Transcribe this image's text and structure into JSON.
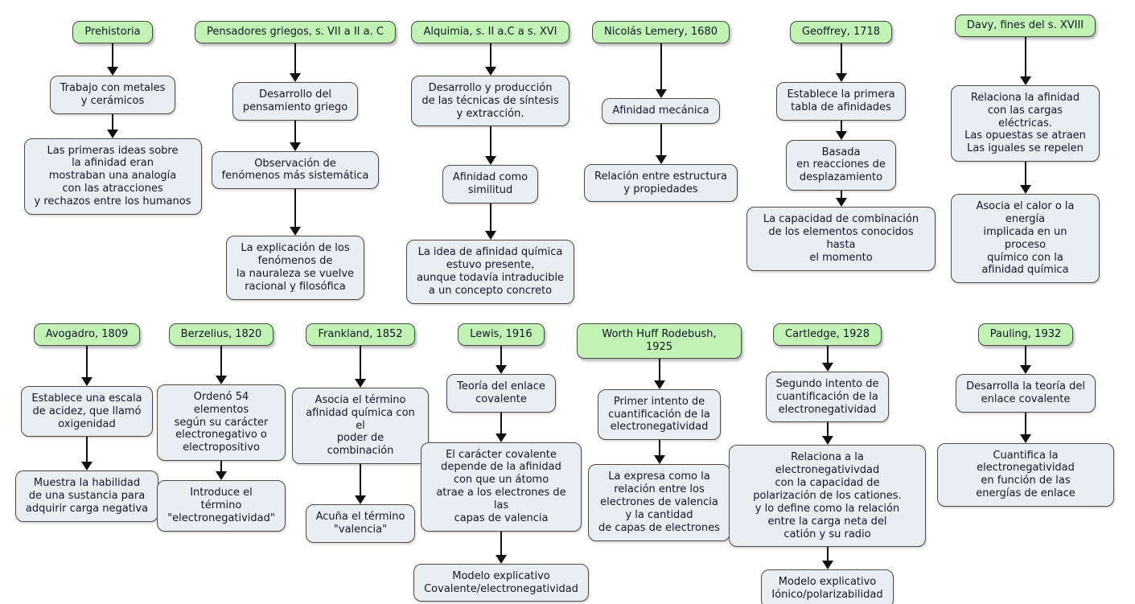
{
  "colors": {
    "era_fill": "#c0f3b4",
    "era_border": "#4a4a4a",
    "node_fill": "#e9eef2",
    "node_border": "#4a4a4a",
    "arrow": "#111111",
    "text": "#15152a",
    "background": "#ffffff"
  },
  "columns": [
    {
      "header": "Prehistoria",
      "nodes": [
        "Trabajo con metales\ny cerámicos",
        "Las primeras ideas sobre\nla afinidad eran\nmostraban una analogía\ncon las atracciones\ny rechazos entre los humanos"
      ]
    },
    {
      "header": "Pensadores griegos, s. VII a II a. C",
      "nodes": [
        "Desarrollo del\npensamiento griego",
        "Observación de\nfenómenos más sistemática",
        "La explicación de los\nfenómenos de\nla nauraleza se vuelve\nracional y filosófica"
      ]
    },
    {
      "header": "Alquimia, s. II a.C a s. XVI",
      "nodes": [
        "Desarrollo y producción\nde las técnicas de síntesis\ny extracción.",
        "Afinidad como\nsimilitud",
        "La idea de afinidad química\nestuvo presente,\naunque todavía intraducible\na un concepto concreto"
      ]
    },
    {
      "header": "Nicolás Lemery, 1680",
      "nodes": [
        "Afinidad mecánica",
        "Relación entre estructura\ny propiedades"
      ]
    },
    {
      "header": "Geoffrey, 1718",
      "nodes": [
        "Establece la primera\ntabla de afinidades",
        "Basada\nen reacciones de\ndesplazamiento",
        "La capacidad de combinación\nde los elementos conocidos hasta\nel momento"
      ]
    },
    {
      "header": "Davy, fines del s. XVIII",
      "nodes": [
        "Relaciona la afinidad\ncon las cargas eléctricas.\nLas opuestas se atraen\nLas iguales se repelen",
        "Asocia el calor o la energía\nimplicada en un proceso\nquímico con la\nafinidad química"
      ]
    },
    {
      "header": "Avogadro, 1809",
      "nodes": [
        "Establece una escala\nde acidez, que llamó\noxigenidad",
        "Muestra la habilidad\nde una sustancia para\nadquirir carga negativa"
      ]
    },
    {
      "header": "Berzelius, 1820",
      "nodes": [
        "Ordenó 54 elementos\nsegún su carácter\nelectronegativo o\nelectropositivo",
        "Introduce el\ntérmino\n\"electronegatividad\""
      ]
    },
    {
      "header": "Frankland, 1852",
      "nodes": [
        "Asocia el término\nafinidad química con el\npoder de combinación",
        "Acuña el término\n\"valencia\""
      ]
    },
    {
      "header": "Lewis, 1916",
      "nodes": [
        "Teoría del enlace\ncovalente",
        "El carácter covalente\ndepende de la afinidad\ncon que un átomo\natrae a los electrones de las\ncapas de valencia",
        "Modelo explicativo\nCovalente/electronegatividad"
      ]
    },
    {
      "header": "Worth Huff Rodebush, 1925",
      "nodes": [
        "Primer intento de\ncuantificación de la\nelectronegatividad",
        "La expresa como la\nrelación entre los\nelectrones de valencia\ny la cantidad\nde capas de electrones"
      ]
    },
    {
      "header": "Cartledge, 1928",
      "nodes": [
        "Segundo intento de\ncuantificación de la\nelectronegatividad",
        "Relaciona a la electronegativivdad\ncon la capacidad de\npolarización de los cationes.\ny lo define como la relación\nentre la carga neta del\ncatión y su radio",
        "Modelo explicativo\nIónico/polarizabilidad"
      ]
    },
    {
      "header": "Pauling, 1932",
      "nodes": [
        "Desarrolla la teoría del\nenlace covalente",
        "Cuantifica la electronegatividad\nen función de las\nenergías de enlace"
      ]
    }
  ]
}
